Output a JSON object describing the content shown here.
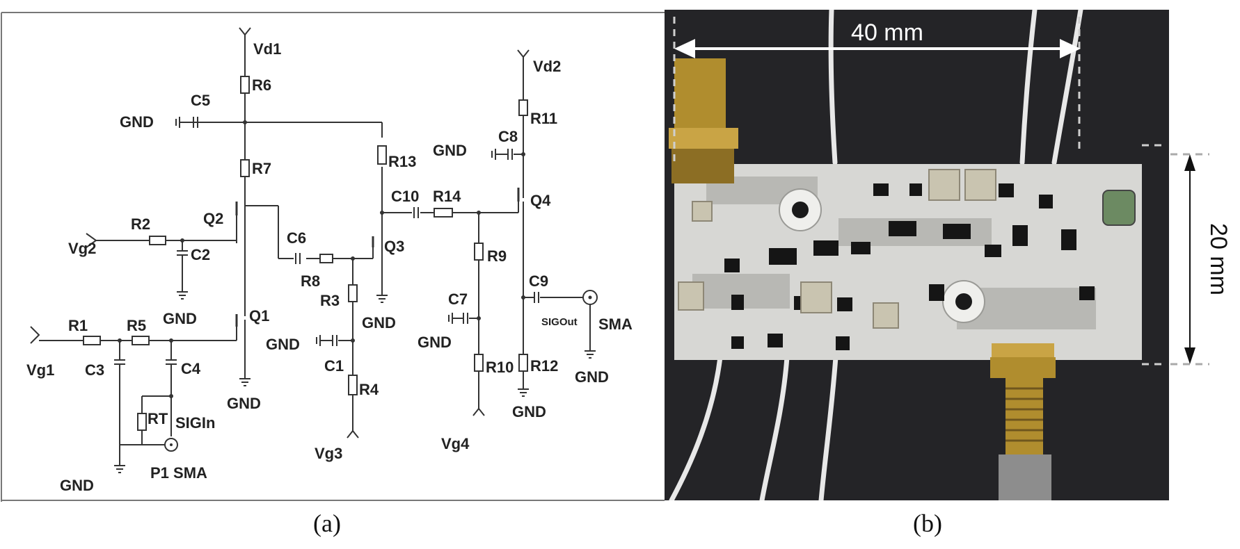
{
  "schematic": {
    "supplies": {
      "vd1": "Vd1",
      "vd2": "Vd2",
      "vg1": "Vg1",
      "vg2": "Vg2",
      "vg3": "Vg3",
      "vg4": "Vg4"
    },
    "gnd": "GND",
    "resistors": {
      "r1": "R1",
      "r2": "R2",
      "r3": "R3",
      "r4": "R4",
      "r5": "R5",
      "r6": "R6",
      "r7": "R7",
      "r8": "R8",
      "r9": "R9",
      "r10": "R10",
      "r11": "R11",
      "r12": "R12",
      "r13": "R13",
      "r14": "R14",
      "rt": "RT"
    },
    "capacitors": {
      "c1": "C1",
      "c2": "C2",
      "c3": "C3",
      "c4": "C4",
      "c5": "C5",
      "c6": "C6",
      "c7": "C7",
      "c8": "C8",
      "c9": "C9",
      "c10": "C10"
    },
    "transistors": {
      "q1": "Q1",
      "q2": "Q2",
      "q3": "Q3",
      "q4": "Q4"
    },
    "ports": {
      "sig_in": "SIGIn",
      "sig_out": "SIGOut",
      "p1_sma": "P1 SMA",
      "sma": "SMA"
    }
  },
  "photo": {
    "width_dim": "40 mm",
    "height_dim": "20 mm"
  },
  "captions": {
    "a": "(a)",
    "b": "(b)"
  }
}
